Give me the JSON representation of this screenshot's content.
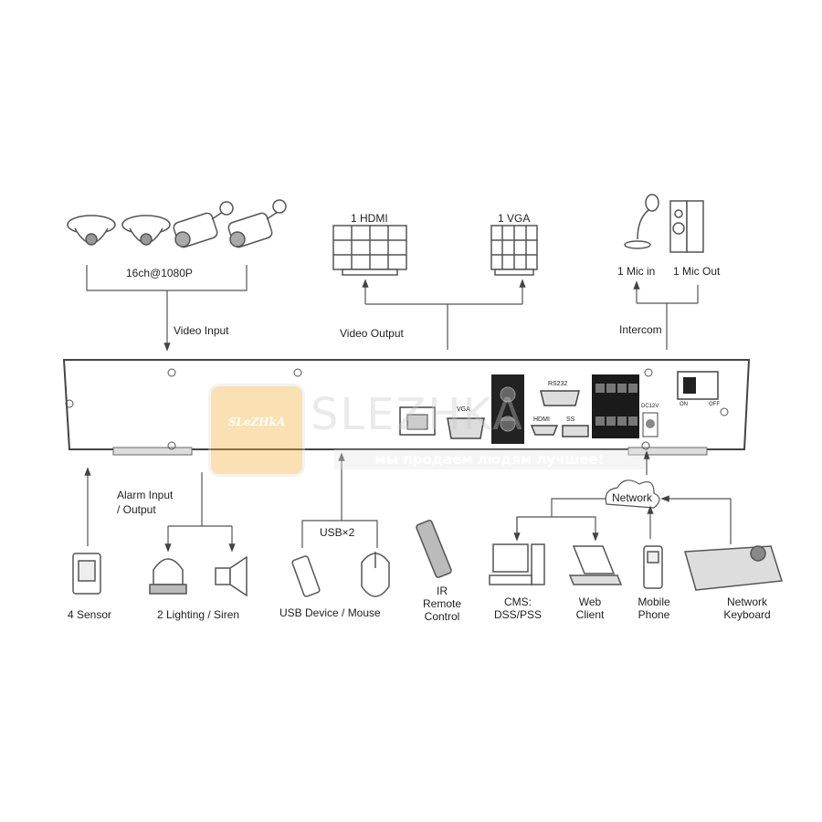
{
  "top": {
    "cameras_label": "16ch@1080P",
    "video_input_label": "Video Input",
    "hdmi_label": "1 HDMI",
    "vga_label": "1 VGA",
    "video_output_label": "Video Output",
    "mic_in_label": "1 Mic in",
    "mic_out_label": "1 Mic Out",
    "intercom_label": "Intercom"
  },
  "panel": {
    "vga_port_label": "VGA",
    "rs232_label": "RS232",
    "hdmi_port_label": "HDMI",
    "usb_port_label": "SS",
    "dc_label": "DC12V",
    "on_label": "ON",
    "off_label": "OFF"
  },
  "bottom": {
    "alarm_label_line1": "Alarm Input",
    "alarm_label_line2": "/ Output",
    "sensor_label": "4 Sensor",
    "lighting_label": "2 Lighting / Siren",
    "usb_label": "USB×2",
    "usb_device_label": "USB Device / Mouse",
    "ir_line1": "IR",
    "ir_line2": "Remote",
    "ir_line3": "Control",
    "network_label": "Network",
    "cms_line1": "CMS:",
    "cms_line2": "DSS/PSS",
    "web_line1": "Web",
    "web_line2": "Client",
    "mobile_line1": "Mobile",
    "mobile_line2": "Phone",
    "keyboard_line1": "Network",
    "keyboard_line2": "Keyboard"
  },
  "watermark": {
    "logo_text": "SLeZHkA",
    "title": "SLEZHKA",
    "subtitle": "мы продаем людям лучшее!"
  }
}
